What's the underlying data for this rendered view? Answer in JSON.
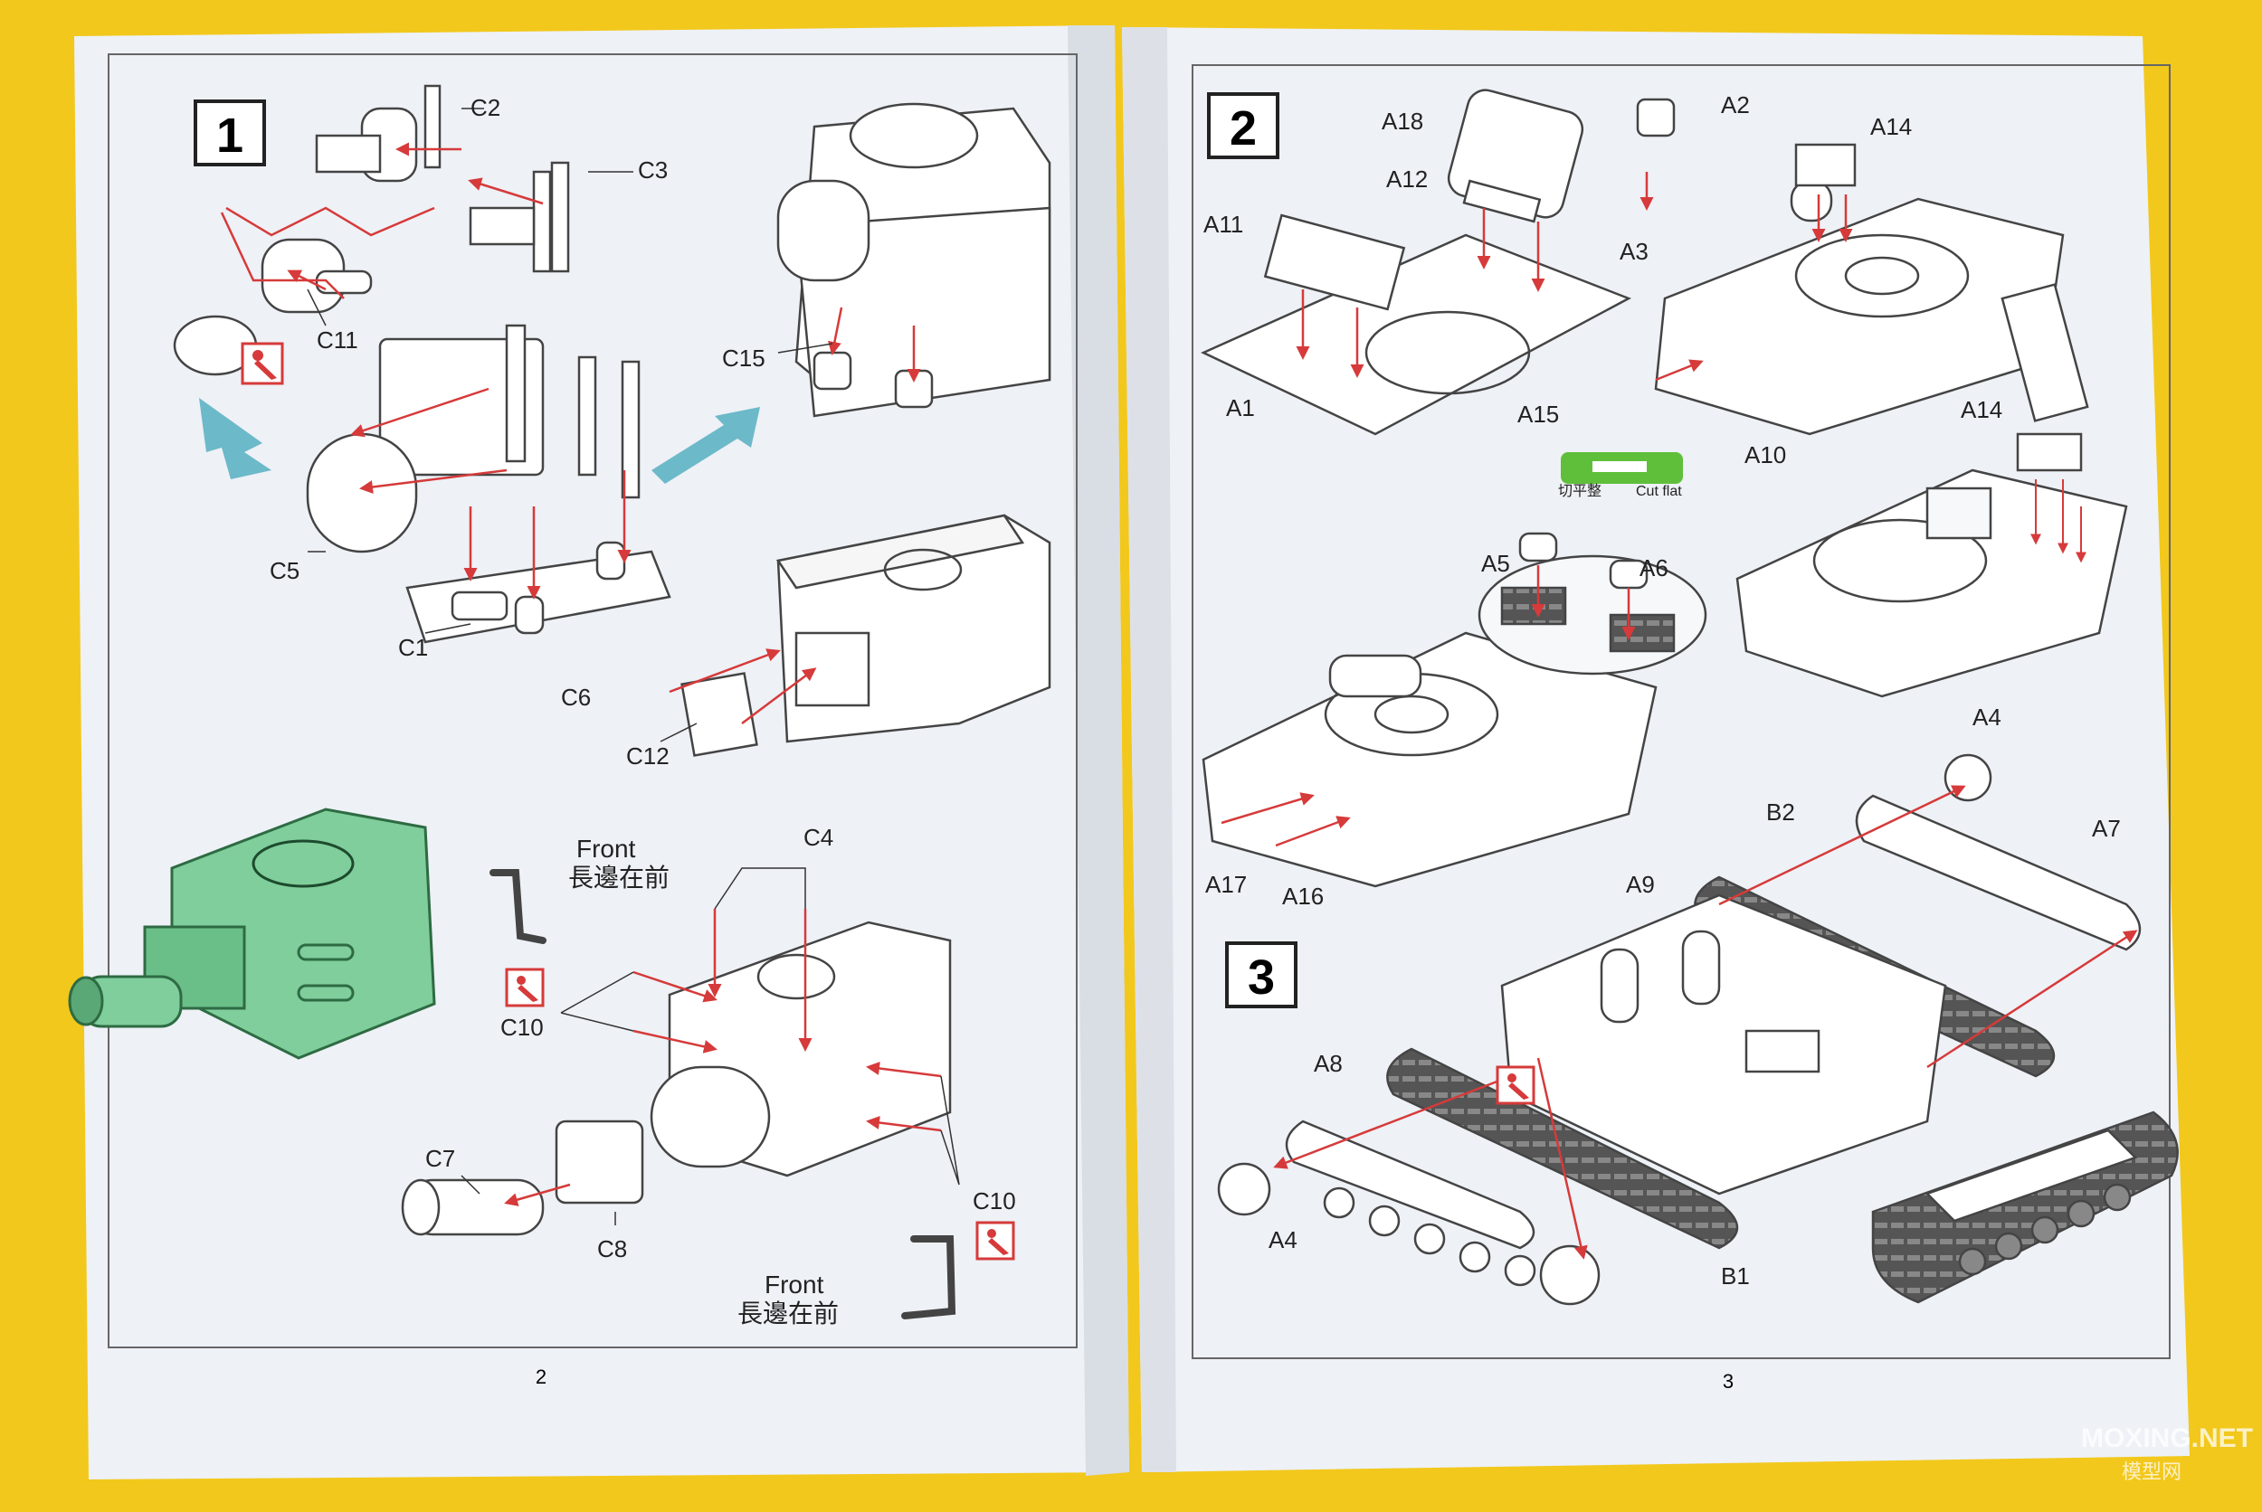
{
  "pages": [
    {
      "page_number": "2",
      "steps": [
        {
          "number": "1",
          "callouts": {
            "c2": "C2",
            "c3": "C3",
            "c11": "C11",
            "c5": "C5",
            "c1": "C1",
            "c15": "C15",
            "c6": "C6",
            "c12": "C12",
            "c4": "C4",
            "c10a": "C10",
            "c10b": "C10",
            "c7": "C7",
            "c8": "C8"
          },
          "notes": {
            "front_1": "Front",
            "front_cn_1": "長邊在前",
            "front_2": "Front",
            "front_cn_2": "長邊在前"
          }
        }
      ]
    },
    {
      "page_number": "3",
      "steps": [
        {
          "number": "2",
          "callouts": {
            "a18": "A18",
            "a2": "A2",
            "a14a": "A14",
            "a12": "A12",
            "a11": "A11",
            "a3": "A3",
            "a1": "A1",
            "a15": "A15",
            "a10": "A10",
            "a14b": "A14",
            "a5": "A5",
            "a6": "A6",
            "a17": "A17",
            "a16": "A16"
          },
          "cut_note": {
            "cn": "切平整",
            "en": "Cut flat"
          }
        },
        {
          "number": "3",
          "callouts": {
            "a4a": "A4",
            "b2": "B2",
            "a7": "A7",
            "a9": "A9",
            "a8": "A8",
            "a4b": "A4",
            "b1": "B1"
          }
        }
      ]
    }
  ],
  "watermark": {
    "text": "MOXING.NET",
    "sub": "模型网"
  },
  "colors": {
    "background": "#f2c81c",
    "paper": "#eef1f6",
    "line_art": "#444444",
    "arrow": "#d63a3a",
    "turret_green": "#7fce9b",
    "flow_arrow": "#6cb9c9",
    "cut_note_green": "#5fbf3a"
  }
}
